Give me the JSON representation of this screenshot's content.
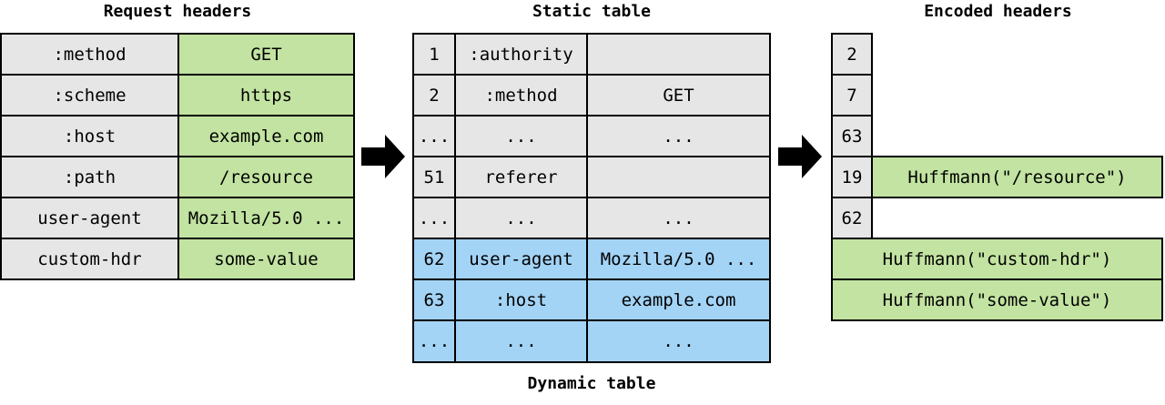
{
  "titles": {
    "request_headers": "Request headers",
    "static_table": "Static table",
    "encoded_headers": "Encoded headers",
    "dynamic_table": "Dynamic table"
  },
  "request_headers": [
    {
      "name": ":method",
      "value": "GET"
    },
    {
      "name": ":scheme",
      "value": "https"
    },
    {
      "name": ":host",
      "value": "example.com"
    },
    {
      "name": ":path",
      "value": "/resource"
    },
    {
      "name": "user-agent",
      "value": "Mozilla/5.0 ..."
    },
    {
      "name": "custom-hdr",
      "value": "some-value"
    }
  ],
  "static_table": [
    {
      "index": "1",
      "name": ":authority",
      "value": ""
    },
    {
      "index": "2",
      "name": ":method",
      "value": "GET"
    },
    {
      "index": "...",
      "name": "...",
      "value": "..."
    },
    {
      "index": "51",
      "name": "referer",
      "value": ""
    },
    {
      "index": "...",
      "name": "...",
      "value": "..."
    }
  ],
  "dynamic_table": [
    {
      "index": "62",
      "name": "user-agent",
      "value": "Mozilla/5.0 ..."
    },
    {
      "index": "63",
      "name": ":host",
      "value": "example.com"
    },
    {
      "index": "...",
      "name": "...",
      "value": "..."
    }
  ],
  "encoded_headers": {
    "indices": [
      "2",
      "7",
      "63",
      "19",
      "62"
    ],
    "huffman_resource": "Huffmann(\"/resource\")",
    "huffman_custom_hdr": "Huffmann(\"custom-hdr\")",
    "huffman_some_value": "Huffmann(\"some-value\")"
  },
  "colors": {
    "gray": "#e6e6e6",
    "green": "#c2e3a1",
    "blue": "#a3d3f5"
  }
}
